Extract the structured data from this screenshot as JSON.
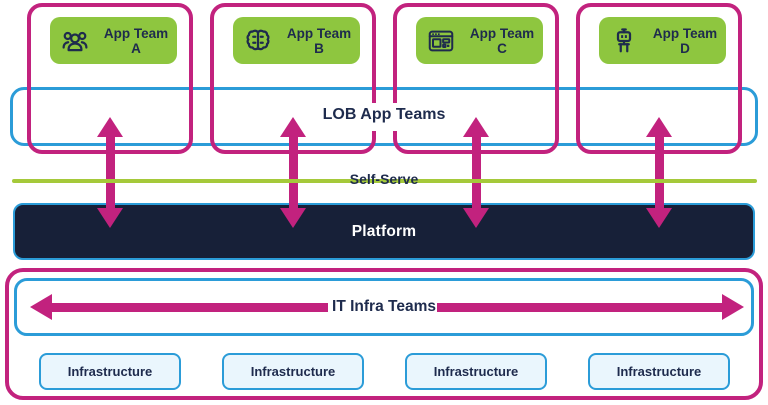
{
  "diagram": {
    "teams": [
      {
        "label": "App Team A",
        "icon": "people-icon"
      },
      {
        "label": "App Team B",
        "icon": "brain-icon"
      },
      {
        "label": "App Team C",
        "icon": "browser-window-icon"
      },
      {
        "label": "App Team D",
        "icon": "robot-icon"
      }
    ],
    "lob_band_label": "LOB App Teams",
    "self_serve_label": "Self-Serve",
    "platform_label": "Platform",
    "it_infra_label": "IT Infra Teams",
    "infrastructure_labels": [
      "Infrastructure",
      "Infrastructure",
      "Infrastructure",
      "Infrastructure"
    ],
    "colors": {
      "magenta": "#c2227e",
      "lime_green": "#8ec63f",
      "self_serve_line_green": "#a5c93a",
      "blue": "#2b9cd8",
      "navy_text": "#1e2b4d",
      "platform_fill": "#172038",
      "infrastructure_fill": "#eaf6fd",
      "background": "#ffffff"
    }
  }
}
